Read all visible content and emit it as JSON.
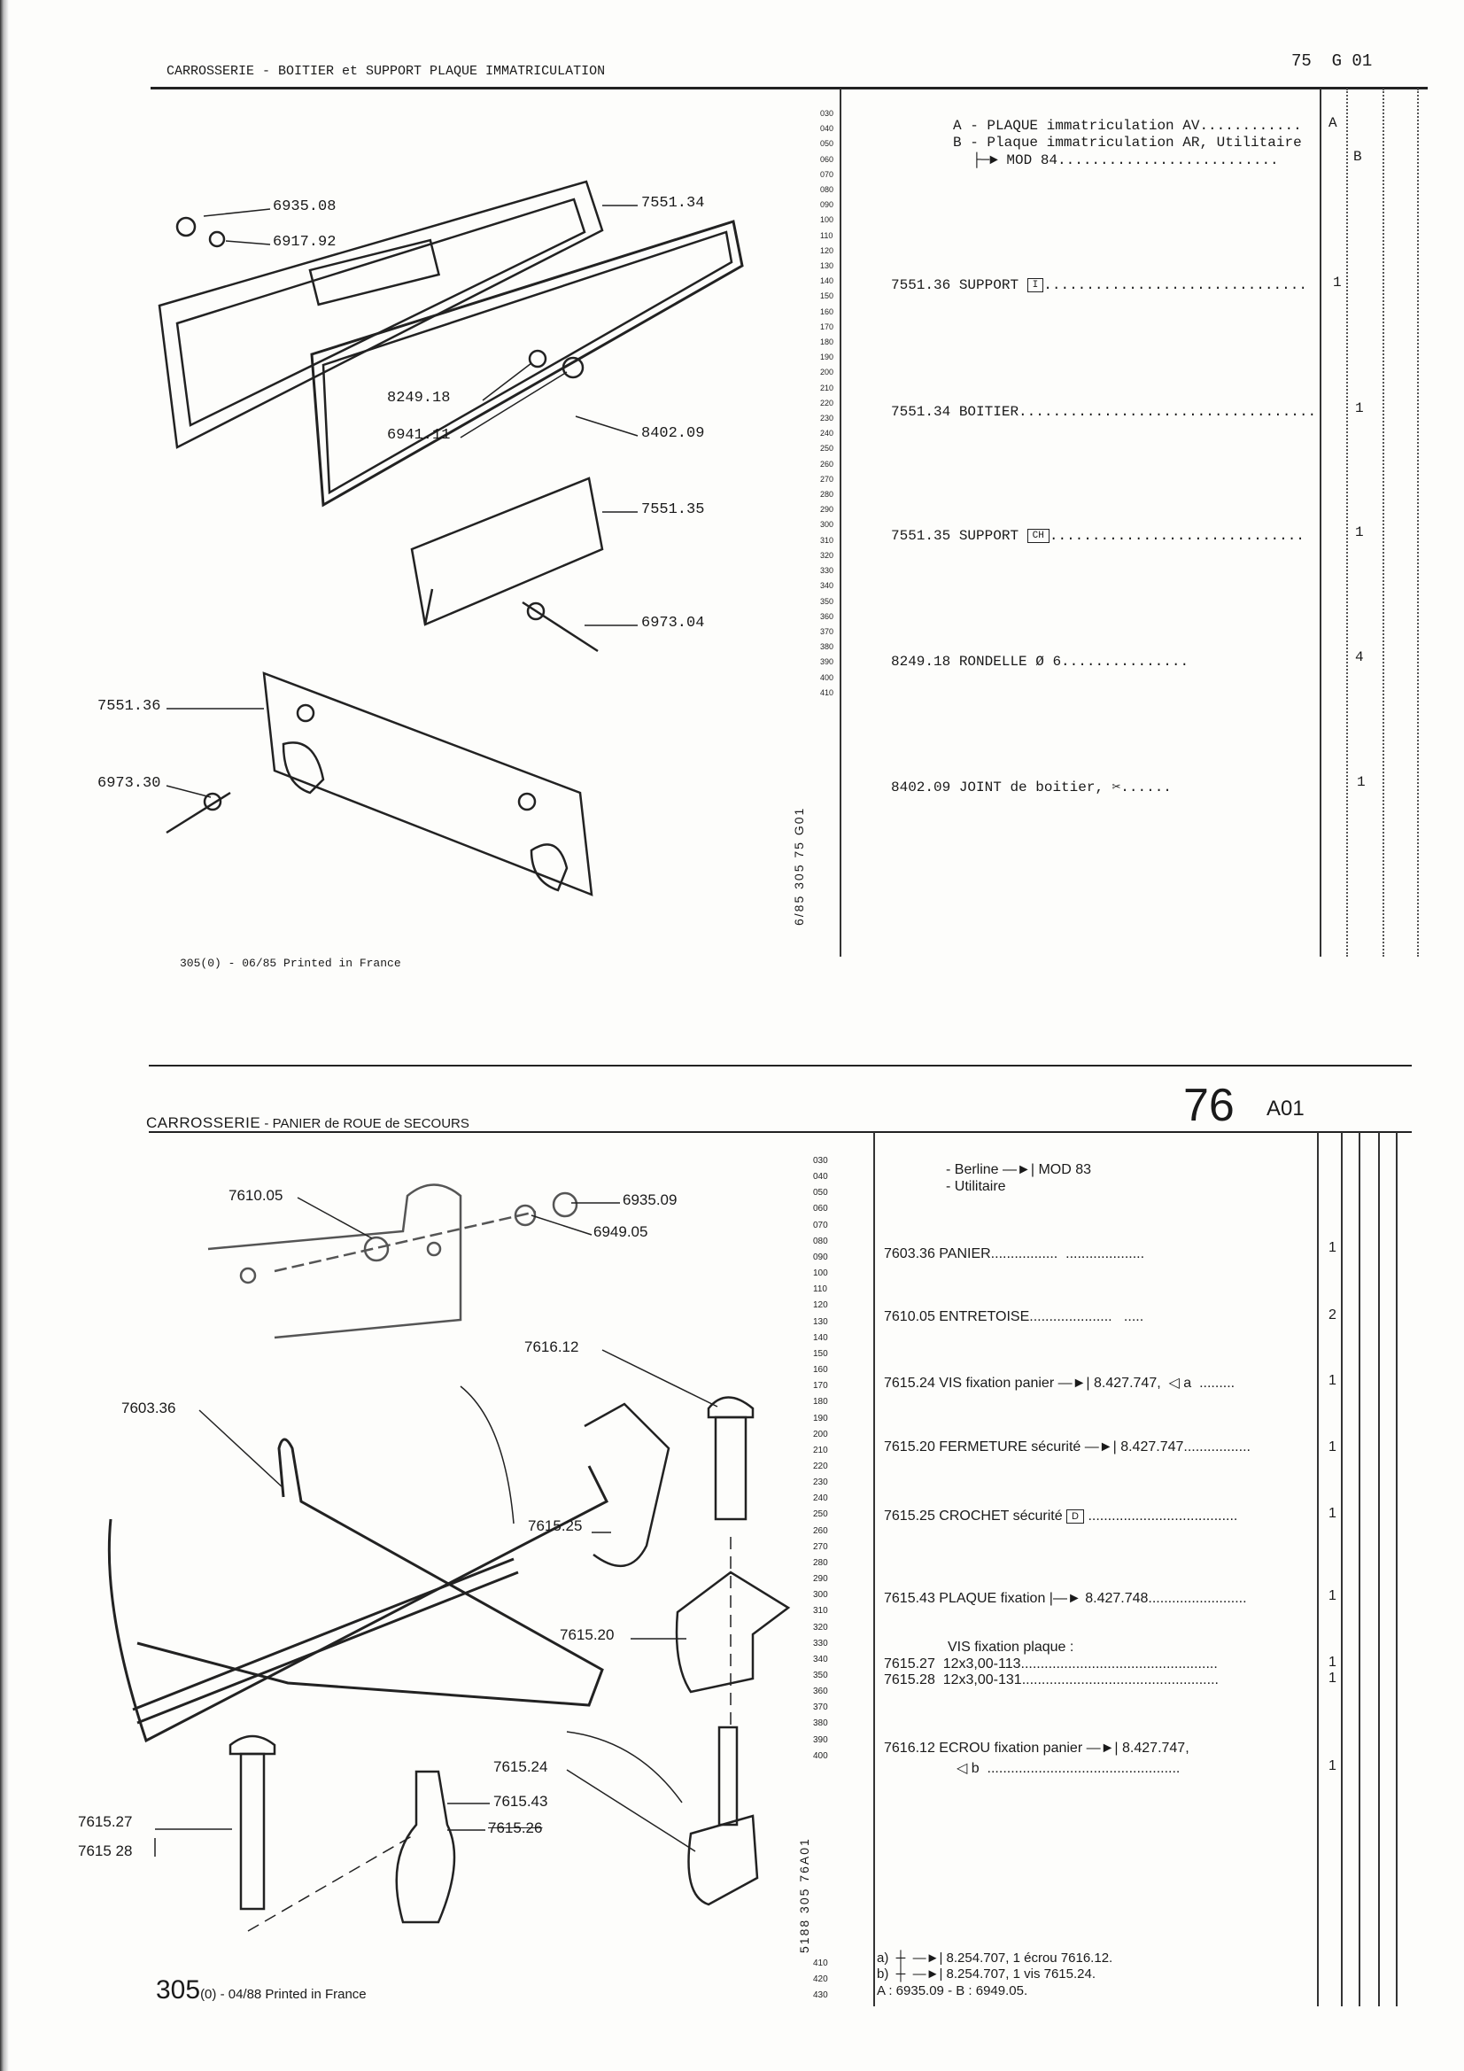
{
  "top": {
    "title": "CARROSSERIE - BOITIER et SUPPORT PLAQUE IMMATRICULATION",
    "page_ref": "75  G 01",
    "side_code": "6/85 305 75 G01",
    "footer": "305(0) - 06/85 Printed in France",
    "ruler": [
      "030",
      "040",
      "050",
      "060",
      "070",
      "080",
      "090",
      "100",
      "110",
      "120",
      "130",
      "140",
      "150",
      "160",
      "170",
      "180",
      "190",
      "200",
      "210",
      "220",
      "230",
      "240",
      "250",
      "260",
      "270",
      "280",
      "290",
      "300",
      "310",
      "320",
      "330",
      "340",
      "350",
      "360",
      "370",
      "380",
      "390",
      "400",
      "410"
    ],
    "variants": {
      "a": "A - PLAQUE immatriculation AV............",
      "b1": "B - Plaque immatriculation AR, Utilitaire",
      "b2": "MOD 84..........................",
      "a_col": "A",
      "b_col": "B"
    },
    "entries": [
      {
        "ref": "7551.36",
        "label": "SUPPORT",
        "badge": "I",
        "dots": "...............................",
        "qty": "1"
      },
      {
        "ref": "7551.34",
        "label": "BOITIER",
        "dots": "...................................",
        "qty": "1"
      },
      {
        "ref": "7551.35",
        "label": "SUPPORT",
        "badge": "CH",
        "dots": "..............................",
        "qty": "1"
      },
      {
        "ref": "8249.18",
        "label": "RONDELLE Ø 6",
        "dots": "...............",
        "qty": "4"
      },
      {
        "ref": "8402.09",
        "label": "JOINT de boitier, ✂",
        "dots": "......",
        "qty": "1"
      }
    ],
    "callouts": [
      "6935.08",
      "6917.92",
      "7551.34",
      "8249.18",
      "6941.11",
      "8402.09",
      "7551.35",
      "6973.04",
      "7551.36",
      "6973.30"
    ]
  },
  "bottom": {
    "title_main": "CARROSSERIE",
    "title_sub": " - PANIER de ROUE de SECOURS",
    "page_num": "76",
    "page_sub": "A01",
    "side_code": "5188 305 76A01",
    "footer_num": "305",
    "footer_rest": "(0) - 04/88 Printed in France",
    "ruler": [
      "030",
      "040",
      "050",
      "060",
      "070",
      "080",
      "090",
      "100",
      "110",
      "120",
      "130",
      "140",
      "150",
      "160",
      "170",
      "180",
      "190",
      "200",
      "210",
      "220",
      "230",
      "240",
      "250",
      "260",
      "270",
      "280",
      "290",
      "300",
      "310",
      "320",
      "330",
      "340",
      "350",
      "360",
      "370",
      "380",
      "390",
      "400"
    ],
    "ruler_end": [
      "410",
      "420",
      "430"
    ],
    "variants": [
      "- Berline ―►| MOD 83",
      "- Utilitaire"
    ],
    "entries": [
      {
        "ref": "7603.36",
        "label": "PANIER.................  ....................",
        "qty": "1"
      },
      {
        "ref": "7610.05",
        "label": "ENTRETOISE.....................   .....",
        "qty": "2"
      },
      {
        "ref": "7615.24",
        "label": "VIS fixation panier ―►| 8.427.747,  ◁ a  .........",
        "qty": "1"
      },
      {
        "ref": "7615.20",
        "label": "FERMETURE sécurité ―►| 8.427.747.................",
        "qty": "1"
      },
      {
        "ref": "7615.25",
        "label": "CROCHET sécurité",
        "badge": "D",
        "dots": " ......................................",
        "qty": "1"
      },
      {
        "ref": "7615.43",
        "label": "PLAQUE fixation |―► 8.427.748.........................",
        "qty": "1"
      }
    ],
    "vis_heading": "VIS fixation plaque :",
    "vis_rows": [
      {
        "ref": "7615.27",
        "label": "12x3,00-113..................................................",
        "qty": "1"
      },
      {
        "ref": "7615.28",
        "label": "12x3,00-131..................................................",
        "qty": "1"
      }
    ],
    "ecrou": {
      "ref": "7616.12",
      "label": "ECROU fixation panier ―►| 8.427.747,",
      "label2": "◁ b  .................................................",
      "qty": "1"
    },
    "notes": [
      "a)  ┼  ―►| 8.254.707, 1 écrou 7616.12.",
      "b)  ┼  ―►| 8.254.707, 1 vis 7615.24.",
      "A : 6935.09 - B : 6949.05."
    ],
    "callouts": [
      "7610.05",
      "6935.09",
      "6949.05",
      "7616.12",
      "7603.36",
      "7615.25",
      "7615.20",
      "7615.24",
      "7615.43",
      "7615.26",
      "7615.27",
      "7615 28"
    ]
  }
}
